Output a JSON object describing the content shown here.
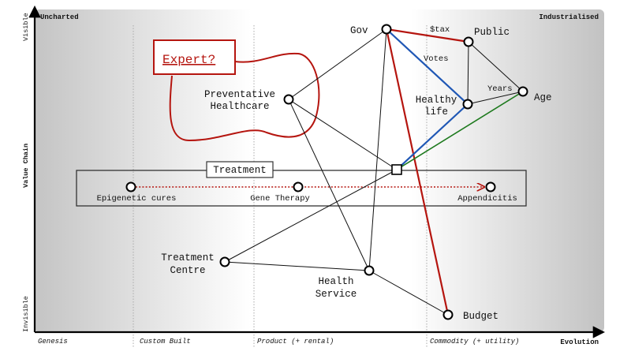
{
  "map": {
    "corners": {
      "uncharted": "Uncharted",
      "industrialised": "Industrialised"
    },
    "y_axis": {
      "top": "Visible",
      "middle": "Value Chain",
      "bottom": "Invisible"
    },
    "x_axis": {
      "stages": [
        "Genesis",
        "Custom Built",
        "Product (+ rental)",
        "Commodity (+ utility)"
      ],
      "label": "Evolution"
    },
    "components": {
      "gov": "Gov",
      "public": "Public",
      "age": "Age",
      "healthy_life_1": "Healthy",
      "healthy_life_2": "life",
      "preventative_1": "Preventative",
      "preventative_2": "Healthcare",
      "treatment_centre_1": "Treatment",
      "treatment_centre_2": "Centre",
      "health_service_1": "Health",
      "health_service_2": "Service",
      "budget": "Budget"
    },
    "link_labels": {
      "tax": "$tax",
      "votes": "Votes",
      "years": "Years"
    },
    "pipeline": {
      "title": "Treatment",
      "items": [
        "Epigenetic cures",
        "Gene Therapy",
        "Appendicitis"
      ]
    },
    "annotation": {
      "text": "Expert?"
    },
    "colors": {
      "money_flow": "#b5150f",
      "votes_flow": "#1f57b5",
      "years_flow": "#1e7a1e",
      "annotation": "#b5150f",
      "evolution_arrow": "#b5150f"
    }
  }
}
